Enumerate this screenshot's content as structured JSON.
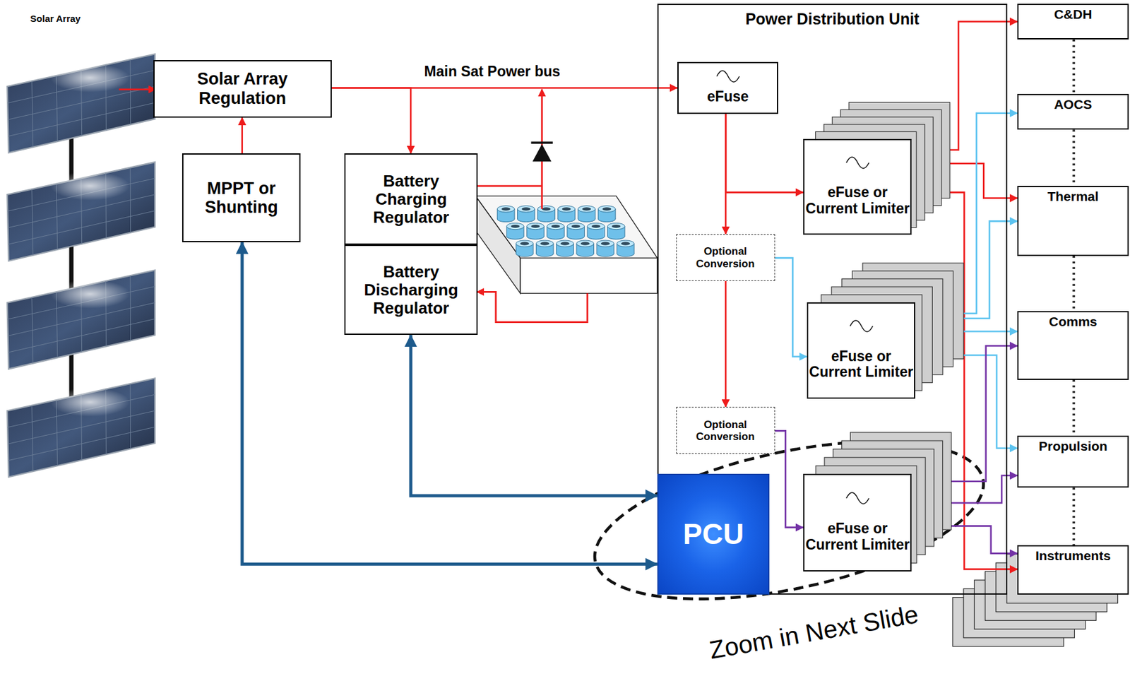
{
  "diagram": {
    "nodes": [
      {
        "text": [
          "Solar Array Regulation"
        ]
      },
      {
        "text": [
          "MPPT or Shunting"
        ]
      },
      {
        "text": [
          "Battery Charging Regulator"
        ]
      },
      {
        "text": [
          "Battery Discharging Regulator"
        ]
      },
      {
        "text": [
          "Power Distribution Unit"
        ]
      },
      {
        "text": [
          "eFuse"
        ],
        "in": 4
      },
      {
        "text": [
          "eFuse or Current Limiter"
        ],
        "in": 4
      },
      {
        "text": [
          "Optional Conversion"
        ],
        "in": 4
      },
      {
        "text": [
          "eFuse or Current Limiter"
        ],
        "in": 4
      },
      {
        "text": [
          "Optional Conversion"
        ],
        "in": 4
      },
      {
        "text": [
          "PCU"
        ],
        "in": 4
      },
      {
        "text": [
          "eFuse or Current Limiter"
        ],
        "in": 4
      },
      {
        "text": [
          "C&DH"
        ]
      },
      {
        "text": [
          "AOCS"
        ]
      },
      {
        "text": [
          "Thermal"
        ]
      },
      {
        "text": [
          "Comms"
        ]
      },
      {
        "text": [
          "Propulsion"
        ]
      },
      {
        "text": [
          "Instruments"
        ]
      }
    ],
    "edges": [
      {
        "from": 1,
        "to": 0,
        "arrow": "to"
      },
      {
        "from": 0,
        "to": 5,
        "label": "Main Sat Power bus",
        "arrow": "to"
      },
      {
        "from": 0,
        "to": 2,
        "arrow": "to"
      },
      {
        "from": 10,
        "to": 3,
        "arrow": "both"
      },
      {
        "from": 10,
        "to": 1,
        "arrow": "both"
      },
      {
        "from": 5,
        "to": 7,
        "arrow": "to"
      },
      {
        "from": 5,
        "to": 6,
        "arrow": "to"
      },
      {
        "from": 7,
        "to": 9,
        "arrow": "to"
      },
      {
        "from": 7,
        "to": 8,
        "arrow": "to"
      },
      {
        "from": 9,
        "to": 11,
        "arrow": "to"
      },
      {
        "from": 6,
        "to": 12,
        "arrow": "to"
      },
      {
        "from": 6,
        "to": 14,
        "arrow": "to"
      },
      {
        "from": 6,
        "to": 17,
        "arrow": "to"
      },
      {
        "from": 8,
        "to": 13,
        "arrow": "to"
      },
      {
        "from": 8,
        "to": 14,
        "arrow": "to"
      },
      {
        "from": 8,
        "to": 15,
        "arrow": "to"
      },
      {
        "from": 8,
        "to": 16,
        "arrow": "to"
      },
      {
        "from": 11,
        "to": 15,
        "arrow": "to"
      },
      {
        "from": 11,
        "to": 16,
        "arrow": "to"
      },
      {
        "from": 11,
        "to": 17,
        "arrow": "to"
      },
      {
        "from": 12,
        "to": 13,
        "arrow": "none"
      },
      {
        "from": 13,
        "to": 14,
        "arrow": "none"
      },
      {
        "from": 14,
        "to": 15,
        "arrow": "none"
      },
      {
        "from": 15,
        "to": 16,
        "arrow": "none"
      },
      {
        "from": 16,
        "to": 17,
        "arrow": "none"
      }
    ],
    "labels": [
      "Solar Array",
      "Zoom in Next Slide"
    ]
  }
}
